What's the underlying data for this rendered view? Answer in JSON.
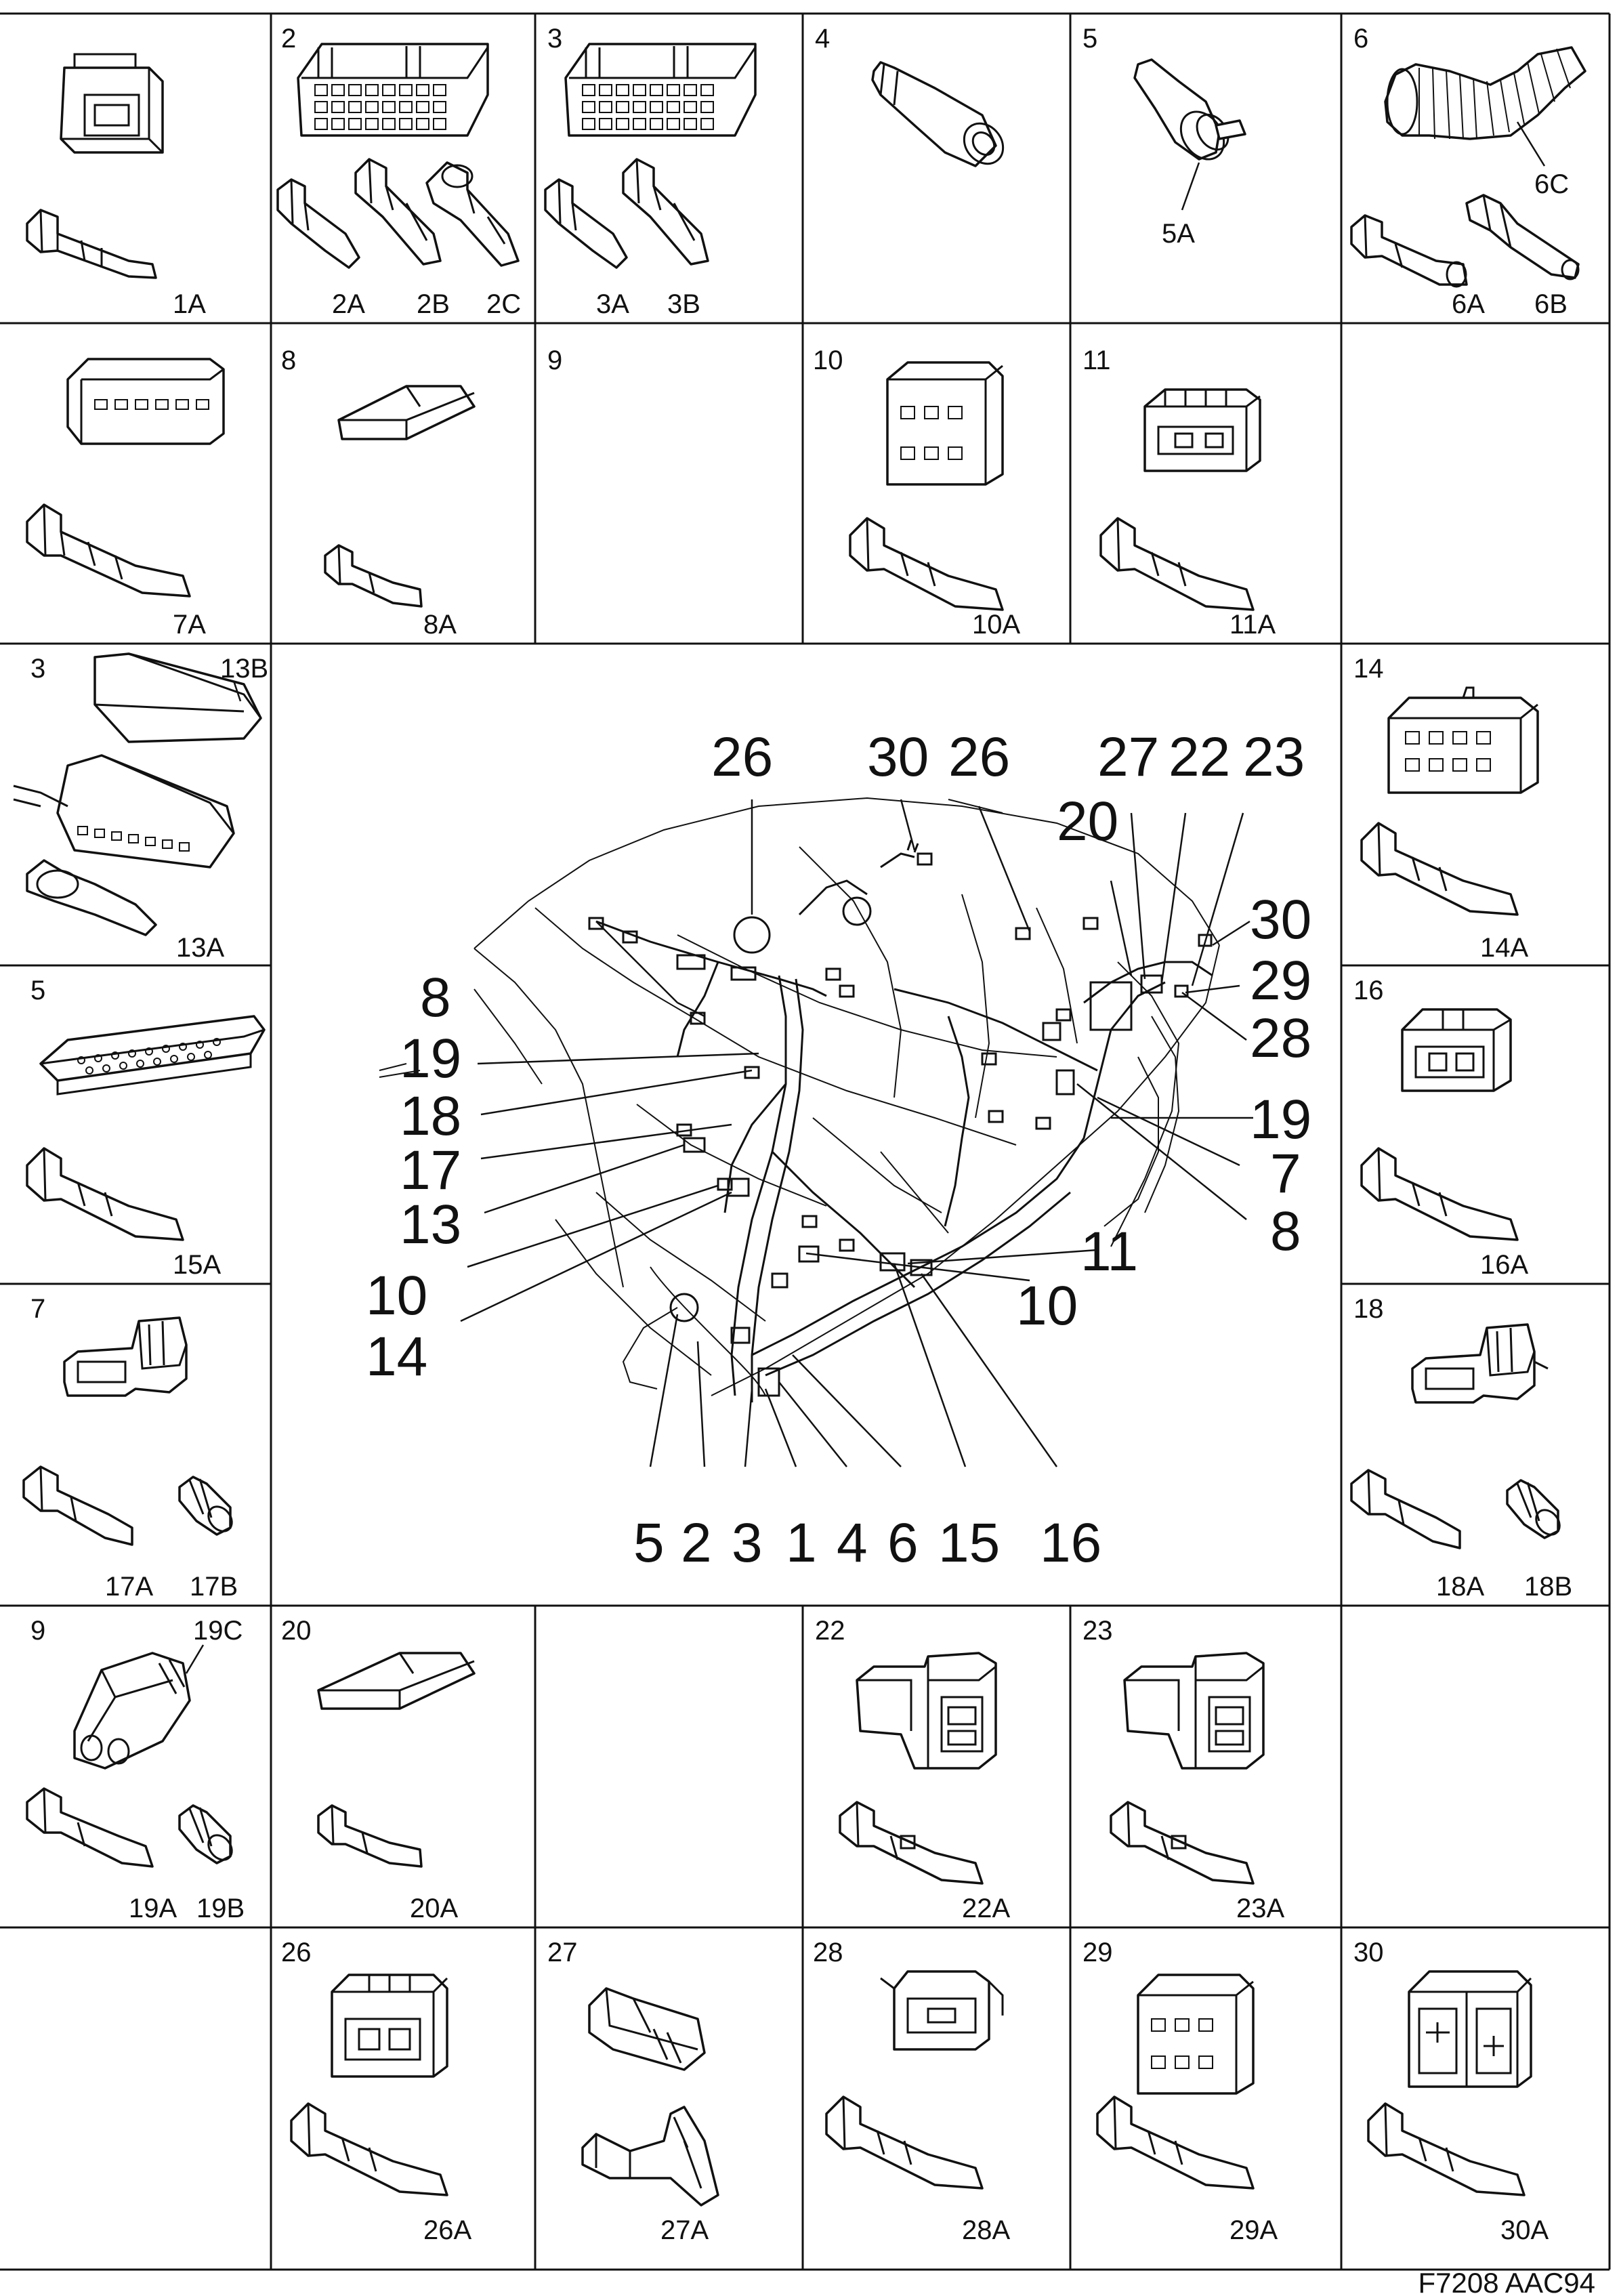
{
  "figure_code": "F7208 AAC94",
  "cells": [
    {
      "id": "c1",
      "number": "",
      "parts": [
        "1A"
      ]
    },
    {
      "id": "c2",
      "number": "2",
      "parts": [
        "2A",
        "2B",
        "2C"
      ]
    },
    {
      "id": "c3",
      "number": "3",
      "parts": [
        "3A",
        "3B"
      ]
    },
    {
      "id": "c4",
      "number": "4",
      "parts": []
    },
    {
      "id": "c5",
      "number": "5",
      "parts": [
        "5A"
      ]
    },
    {
      "id": "c6",
      "number": "6",
      "parts": [
        "6C",
        "6A",
        "6B"
      ]
    },
    {
      "id": "c7",
      "number": "",
      "parts": [
        "7A"
      ]
    },
    {
      "id": "c8",
      "number": "8",
      "parts": [
        "8A"
      ]
    },
    {
      "id": "c9",
      "number": "9",
      "parts": []
    },
    {
      "id": "c10",
      "number": "10",
      "parts": [
        "10A"
      ]
    },
    {
      "id": "c11",
      "number": "11",
      "parts": [
        "11A"
      ]
    },
    {
      "id": "c13",
      "number": "3",
      "parts": [
        "13B",
        "13A"
      ]
    },
    {
      "id": "c14",
      "number": "14",
      "parts": [
        "14A"
      ]
    },
    {
      "id": "c15",
      "number": "5",
      "parts": [
        "15A"
      ]
    },
    {
      "id": "c16",
      "number": "16",
      "parts": [
        "16A"
      ]
    },
    {
      "id": "c17",
      "number": "7",
      "parts": [
        "17A",
        "17B"
      ]
    },
    {
      "id": "c18",
      "number": "18",
      "parts": [
        "18A",
        "18B"
      ]
    },
    {
      "id": "c19",
      "number": "9",
      "parts": [
        "19C",
        "19A",
        "19B"
      ]
    },
    {
      "id": "c20",
      "number": "20",
      "parts": [
        "20A"
      ]
    },
    {
      "id": "c22",
      "number": "22",
      "parts": [
        "22A"
      ]
    },
    {
      "id": "c23",
      "number": "23",
      "parts": [
        "23A"
      ]
    },
    {
      "id": "c26",
      "number": "26",
      "parts": [
        "26A"
      ]
    },
    {
      "id": "c27",
      "number": "27",
      "parts": [
        "27A"
      ]
    },
    {
      "id": "c28",
      "number": "28",
      "parts": [
        "28A"
      ]
    },
    {
      "id": "c29",
      "number": "29",
      "parts": [
        "29A"
      ]
    },
    {
      "id": "c30",
      "number": "30",
      "parts": [
        "30A"
      ]
    }
  ],
  "callouts": {
    "top": [
      "26",
      "30",
      "26",
      "27",
      "22",
      "23",
      "20"
    ],
    "left": [
      "8",
      "19",
      "18",
      "17",
      "13",
      "10",
      "14"
    ],
    "right": [
      "30",
      "29",
      "28",
      "19",
      "7",
      "8",
      "11",
      "10"
    ],
    "bottom": [
      "5",
      "2",
      "3",
      "1",
      "4",
      "6",
      "15",
      "16"
    ]
  }
}
